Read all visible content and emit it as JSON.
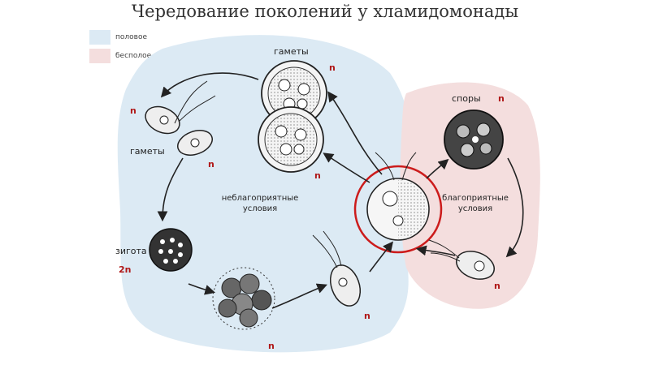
{
  "title": "Чередование поколений у хламидомонады",
  "colors": {
    "sexual": "#dceaf4",
    "asexual": "#f4dede",
    "ploidy_text": "#b01818",
    "highlight_ring": "#cc1c1c"
  },
  "legend": [
    {
      "label": "половое"
    },
    {
      "label": "бесполое"
    }
  ],
  "labels": {
    "gametes_top": "гаметы",
    "gametes_left": "гаметы",
    "spores": "споры",
    "zygote": "зигота",
    "unfavorable": "неблагоприятные\nусловия",
    "favorable": "благоприятные\nусловия"
  },
  "ploidy": {
    "n_gametes_top": "n",
    "n_left_top": "n",
    "n_left_bottom": "n",
    "n_mid_gametes": "n",
    "n_spores": "n",
    "zygote_2n": "2n",
    "n_small_cell": "n",
    "n_cluster": "n",
    "n_right_cell": "n"
  }
}
